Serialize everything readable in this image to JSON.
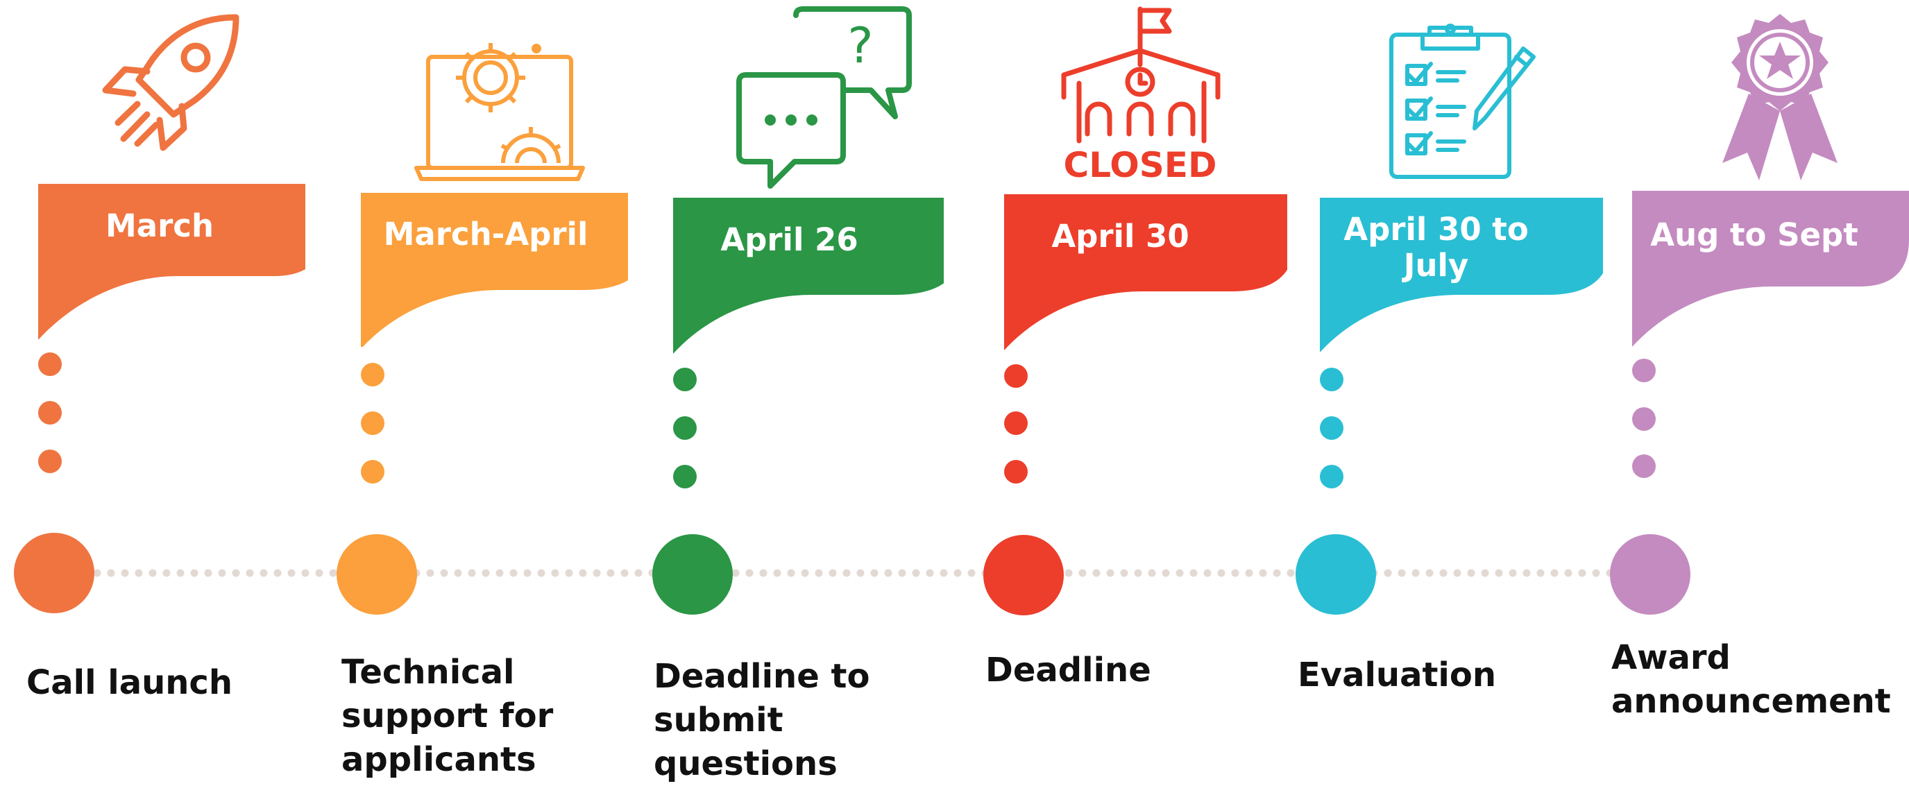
{
  "icons": {
    "closed_text": "CLOSED",
    "question_mark": "?"
  },
  "steps": [
    {
      "date": "March",
      "description": "Call launch",
      "color": "#EF7440",
      "icon": "rocket-icon"
    },
    {
      "date": "March-April",
      "description": "Technical\nsupport for\napplicants",
      "color": "#FBA03C",
      "icon": "laptop-gears-icon"
    },
    {
      "date": "April 26",
      "description": "Deadline to\nsubmit\nquestions",
      "color": "#2A9646",
      "icon": "chat-bubbles-icon"
    },
    {
      "date": "April 30",
      "description": "Deadline",
      "color": "#EC3E2B",
      "icon": "closed-building-icon"
    },
    {
      "date": "April 30 to\nJuly",
      "description": "Evaluation",
      "color": "#29BED3",
      "icon": "checklist-clipboard-icon"
    },
    {
      "date": "Aug to Sept",
      "description": "Award\nannouncement",
      "color": "#C48BC0",
      "icon": "award-ribbon-icon"
    }
  ]
}
